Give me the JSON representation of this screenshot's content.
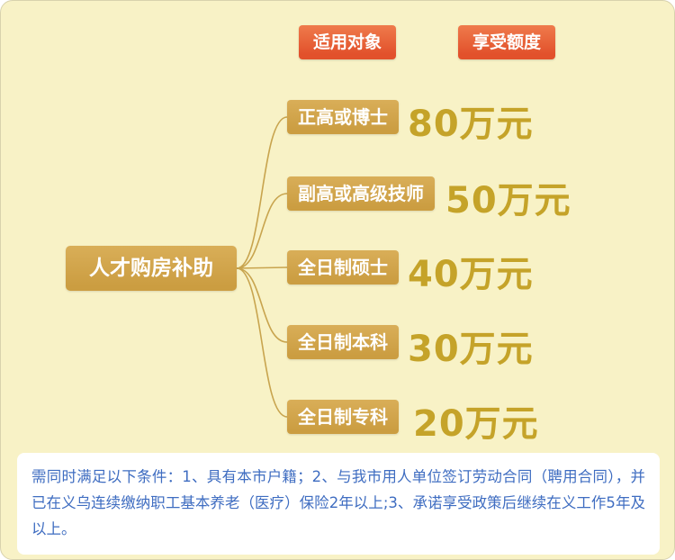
{
  "headers": [
    {
      "label": "适用对象"
    },
    {
      "label": "享受额度"
    }
  ],
  "root": {
    "label": "人才购房补助"
  },
  "branches": [
    {
      "target": "正高或博士",
      "amount": "80万元"
    },
    {
      "target": "副高或高级技师",
      "amount": "50万元"
    },
    {
      "target": "全日制硕士",
      "amount": "40万元"
    },
    {
      "target": "全日制本科",
      "amount": "30万元"
    },
    {
      "target": "全日制专科",
      "amount": "20万元"
    }
  ],
  "footer": {
    "note": "需同时满足以下条件：1、具有本市户籍；2、与我市用人单位签订劳动合同（聘用合同），并已在义乌连续缴纳职工基本养老（医疗）保险2年以上;3、承诺享受政策后继续在义工作5年及以上。"
  },
  "colors": {
    "bg_color": "#f8f2c6",
    "badge_bg": "#e2512b",
    "node_bg": "#cb9d41",
    "amount_color": "#c5a329",
    "line_color": "#c8a44e",
    "note_bg": "#ffffff",
    "note_color": "#3f6dc1"
  }
}
